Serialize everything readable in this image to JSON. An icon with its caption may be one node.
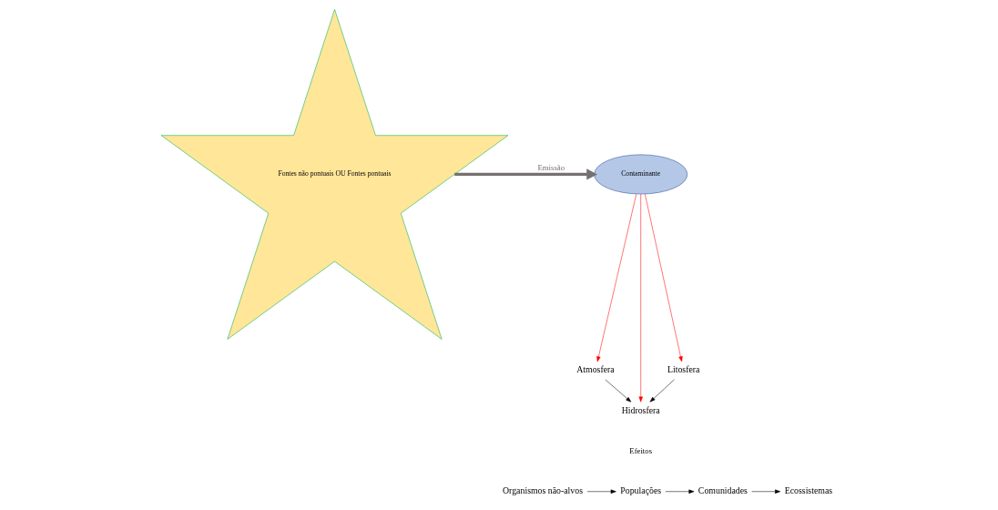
{
  "diagram": {
    "nodes": [
      {
        "text": [
          "Fontes não pontuais OU Fontes pontuais"
        ]
      },
      {
        "text": [
          "Contaminante"
        ]
      },
      {
        "text": [
          "Atmosfera"
        ]
      },
      {
        "text": [
          "Hidrosfera"
        ]
      },
      {
        "text": [
          "Litosfera"
        ]
      },
      {
        "text": [
          "Organismos não-alvos"
        ]
      },
      {
        "text": [
          "Populações"
        ]
      },
      {
        "text": [
          "Comunidades"
        ]
      },
      {
        "text": [
          "Ecossistemas"
        ]
      }
    ],
    "edges": [
      {
        "from": 0,
        "to": 1,
        "arrow": "to",
        "label": "Emissão",
        "style": "thick",
        "color": "#767171"
      },
      {
        "from": 1,
        "to": 2,
        "arrow": "to",
        "color": "#ff0000"
      },
      {
        "from": 1,
        "to": 3,
        "arrow": "to",
        "color": "#ff0000"
      },
      {
        "from": 1,
        "to": 4,
        "arrow": "to",
        "color": "#ff0000"
      },
      {
        "from": 2,
        "to": 3,
        "arrow": "to"
      },
      {
        "from": 4,
        "to": 3,
        "arrow": "to"
      },
      {
        "from": 5,
        "to": 6,
        "arrow": "to"
      },
      {
        "from": 6,
        "to": 7,
        "arrow": "to"
      },
      {
        "from": 7,
        "to": 8,
        "arrow": "to"
      }
    ],
    "labels": [
      "Efeitos"
    ]
  }
}
